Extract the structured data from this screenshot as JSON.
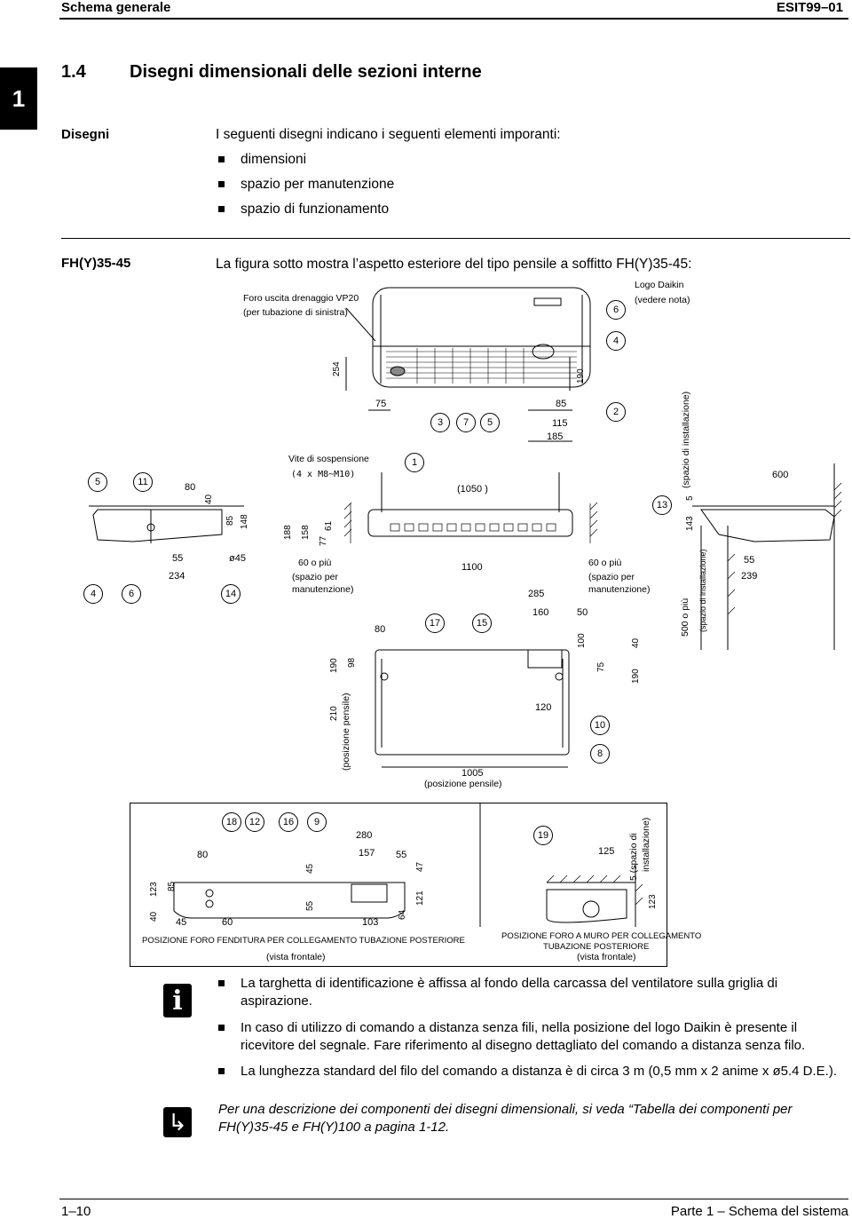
{
  "header": {
    "left": "Schema generale",
    "right": "ESIT99–01"
  },
  "chapter_number": "1",
  "section": {
    "number": "1.4",
    "title": "Disegni dimensionali delle sezioni interne"
  },
  "disegni": {
    "label": "Disegni",
    "intro": "I seguenti disegni indicano i seguenti elementi imporanti:",
    "bullets": [
      "dimensioni",
      "spazio per manutenzione",
      "spazio di funzionamento"
    ]
  },
  "model": {
    "label": "FH(Y)35-45",
    "text": "La figura sotto mostra l’aspetto esteriore del tipo pensile a soffitto FH(Y)35-45:"
  },
  "drawing": {
    "foro_uscita": "Foro uscita drenaggio VP20",
    "per_tubazione": "(per tubazione di sinistra)",
    "logo_daikin": "Logo Daikin",
    "vedere_nota": "(vedere nota)",
    "vite_sospensione": "Vite di sospensione",
    "vite_spec": "(4 x M8~M10)",
    "manut_left_1": "60 o più",
    "manut_left_2": "(spazio per",
    "manut_left_3": "manutenzione)",
    "manut_right_1": "60 o più",
    "manut_right_2": "(spazio per",
    "manut_right_3": "manutenzione)",
    "spazio_install_vert": "(spazio di installazione)",
    "cinquecento": "500 o più",
    "spazio_install_vert2": "(spazio di installazione)",
    "posizione_pensile_vert": "(posizione pensile)",
    "posizione_pensile": "(posizione pensile)",
    "dims": {
      "d254": "254",
      "d75": "75",
      "d85": "85",
      "d115": "115",
      "d185": "185",
      "d190": "190",
      "d1050": "(1050 )",
      "d80": "80",
      "d40": "40",
      "d85b": "85",
      "d148": "148",
      "d188": "188",
      "d158": "158",
      "d77": "77",
      "d61": "61",
      "d55": "55",
      "d45": "ø45",
      "d234": "234",
      "d1100": "1100",
      "d285": "285",
      "d160": "160",
      "d50": "50",
      "d600": "600",
      "d5": "5",
      "d143": "143",
      "d55b": "55",
      "d239": "239",
      "d80b": "80",
      "d100": "100",
      "d40b": "40",
      "d190b": "190",
      "d98": "98",
      "d75b": "75",
      "d210": "210",
      "d120": "120",
      "d1005": "1005"
    },
    "callouts": [
      "1",
      "2",
      "3",
      "4",
      "5",
      "6",
      "7",
      "8",
      "9",
      "10",
      "11",
      "12",
      "13",
      "14",
      "15",
      "16",
      "17",
      "18",
      "19"
    ]
  },
  "bottom_drawing": {
    "caption_left_1": "POSIZIONE FORO FENDITURA PER COLLEGAMENTO TUBAZIONE POSTERIORE",
    "caption_left_2": "(vista frontale)",
    "caption_right_1": "POSIZIONE FORO A MURO PER COLLEGAMENTO",
    "caption_right_2": "TUBAZIONE POSTERIORE",
    "caption_right_3": "(vista frontale)",
    "spazio_di": "5 (spazio di",
    "installazione": "installazione)",
    "dims": {
      "d280": "280",
      "d157": "157",
      "d55": "55",
      "d80": "80",
      "d47": "47",
      "d45": "45",
      "d123": "123",
      "d85": "85",
      "d55b": "55",
      "d121": "121",
      "d40": "40",
      "d45b": "45",
      "d60": "60",
      "d103": "103",
      "d64": "64",
      "d125": "125",
      "d123b": "123"
    }
  },
  "notes": [
    "La targhetta di identificazione è affissa al fondo della carcassa del ventilatore sulla griglia di aspirazione.",
    "In caso di utilizzo di comando a distanza senza fili, nella posizione del logo Daikin è presente il ricevitore del segnale. Fare riferimento al disegno dettagliato del comando a distanza senza filo.",
    "La lunghezza standard del filo del comando a distanza è di circa 3 m (0,5 mm x 2 anime x ø5.4 D.E.)."
  ],
  "reference": "Per una descrizione dei componenti dei disegni dimensionali, si veda “Tabella dei componenti per FH(Y)35-45 e FH(Y)100 a pagina 1-12.",
  "icons": {
    "info": "info-icon",
    "reference": "reference-arrow-icon"
  },
  "footer": {
    "left": "1–10",
    "right": "Parte 1 – Schema del sistema"
  }
}
